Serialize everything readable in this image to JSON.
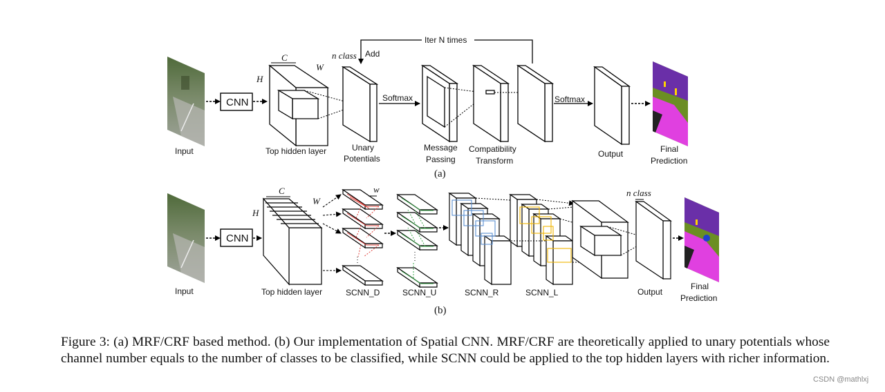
{
  "panel_a": {
    "input": "Input",
    "cnn": "CNN",
    "top_hidden": "Top hidden layer",
    "dim_c": "C",
    "dim_h": "H",
    "dim_w": "W",
    "n_class": "n class",
    "add": "Add",
    "iter": "Iter N times",
    "unary_1": "Unary",
    "unary_2": "Potentials",
    "softmax_1": "Softmax",
    "message_1": "Message",
    "message_2": "Passing",
    "compat_1": "Compatibility",
    "compat_2": "Transform",
    "softmax_2": "Softmax",
    "output": "Output",
    "final_1": "Final",
    "final_2": "Prediction",
    "sublabel": "(a)"
  },
  "panel_b": {
    "input": "Input",
    "cnn": "CNN",
    "top_hidden": "Top hidden layer",
    "dim_c": "C",
    "dim_h": "H",
    "dim_w": "W",
    "dim_w_small": "w",
    "scnn_d": "SCNN_D",
    "scnn_u": "SCNN_U",
    "scnn_r": "SCNN_R",
    "scnn_l": "SCNN_L",
    "n_class": "n class",
    "output": "Output",
    "final_1": "Final",
    "final_2": "Prediction",
    "sublabel": "(b)"
  },
  "caption": "Figure 3: (a) MRF/CRF based method. (b) Our implementation of Spatial CNN. MRF/CRF are theoretically applied to unary potentials whose channel number equals to the number of classes to be classified, while SCNN could be applied to the top hidden layers with richer information.",
  "watermark": "CSDN @mathlxj",
  "colors": {
    "scnn_d_lines": "#e0403a",
    "scnn_u_lines": "#3aa84a",
    "scnn_r_lines": "#5b8fd0",
    "scnn_l_lines": "#f0b400",
    "segment_purple": "#6a2fa8",
    "segment_magenta": "#e040e0",
    "segment_green": "#6b8e23"
  }
}
